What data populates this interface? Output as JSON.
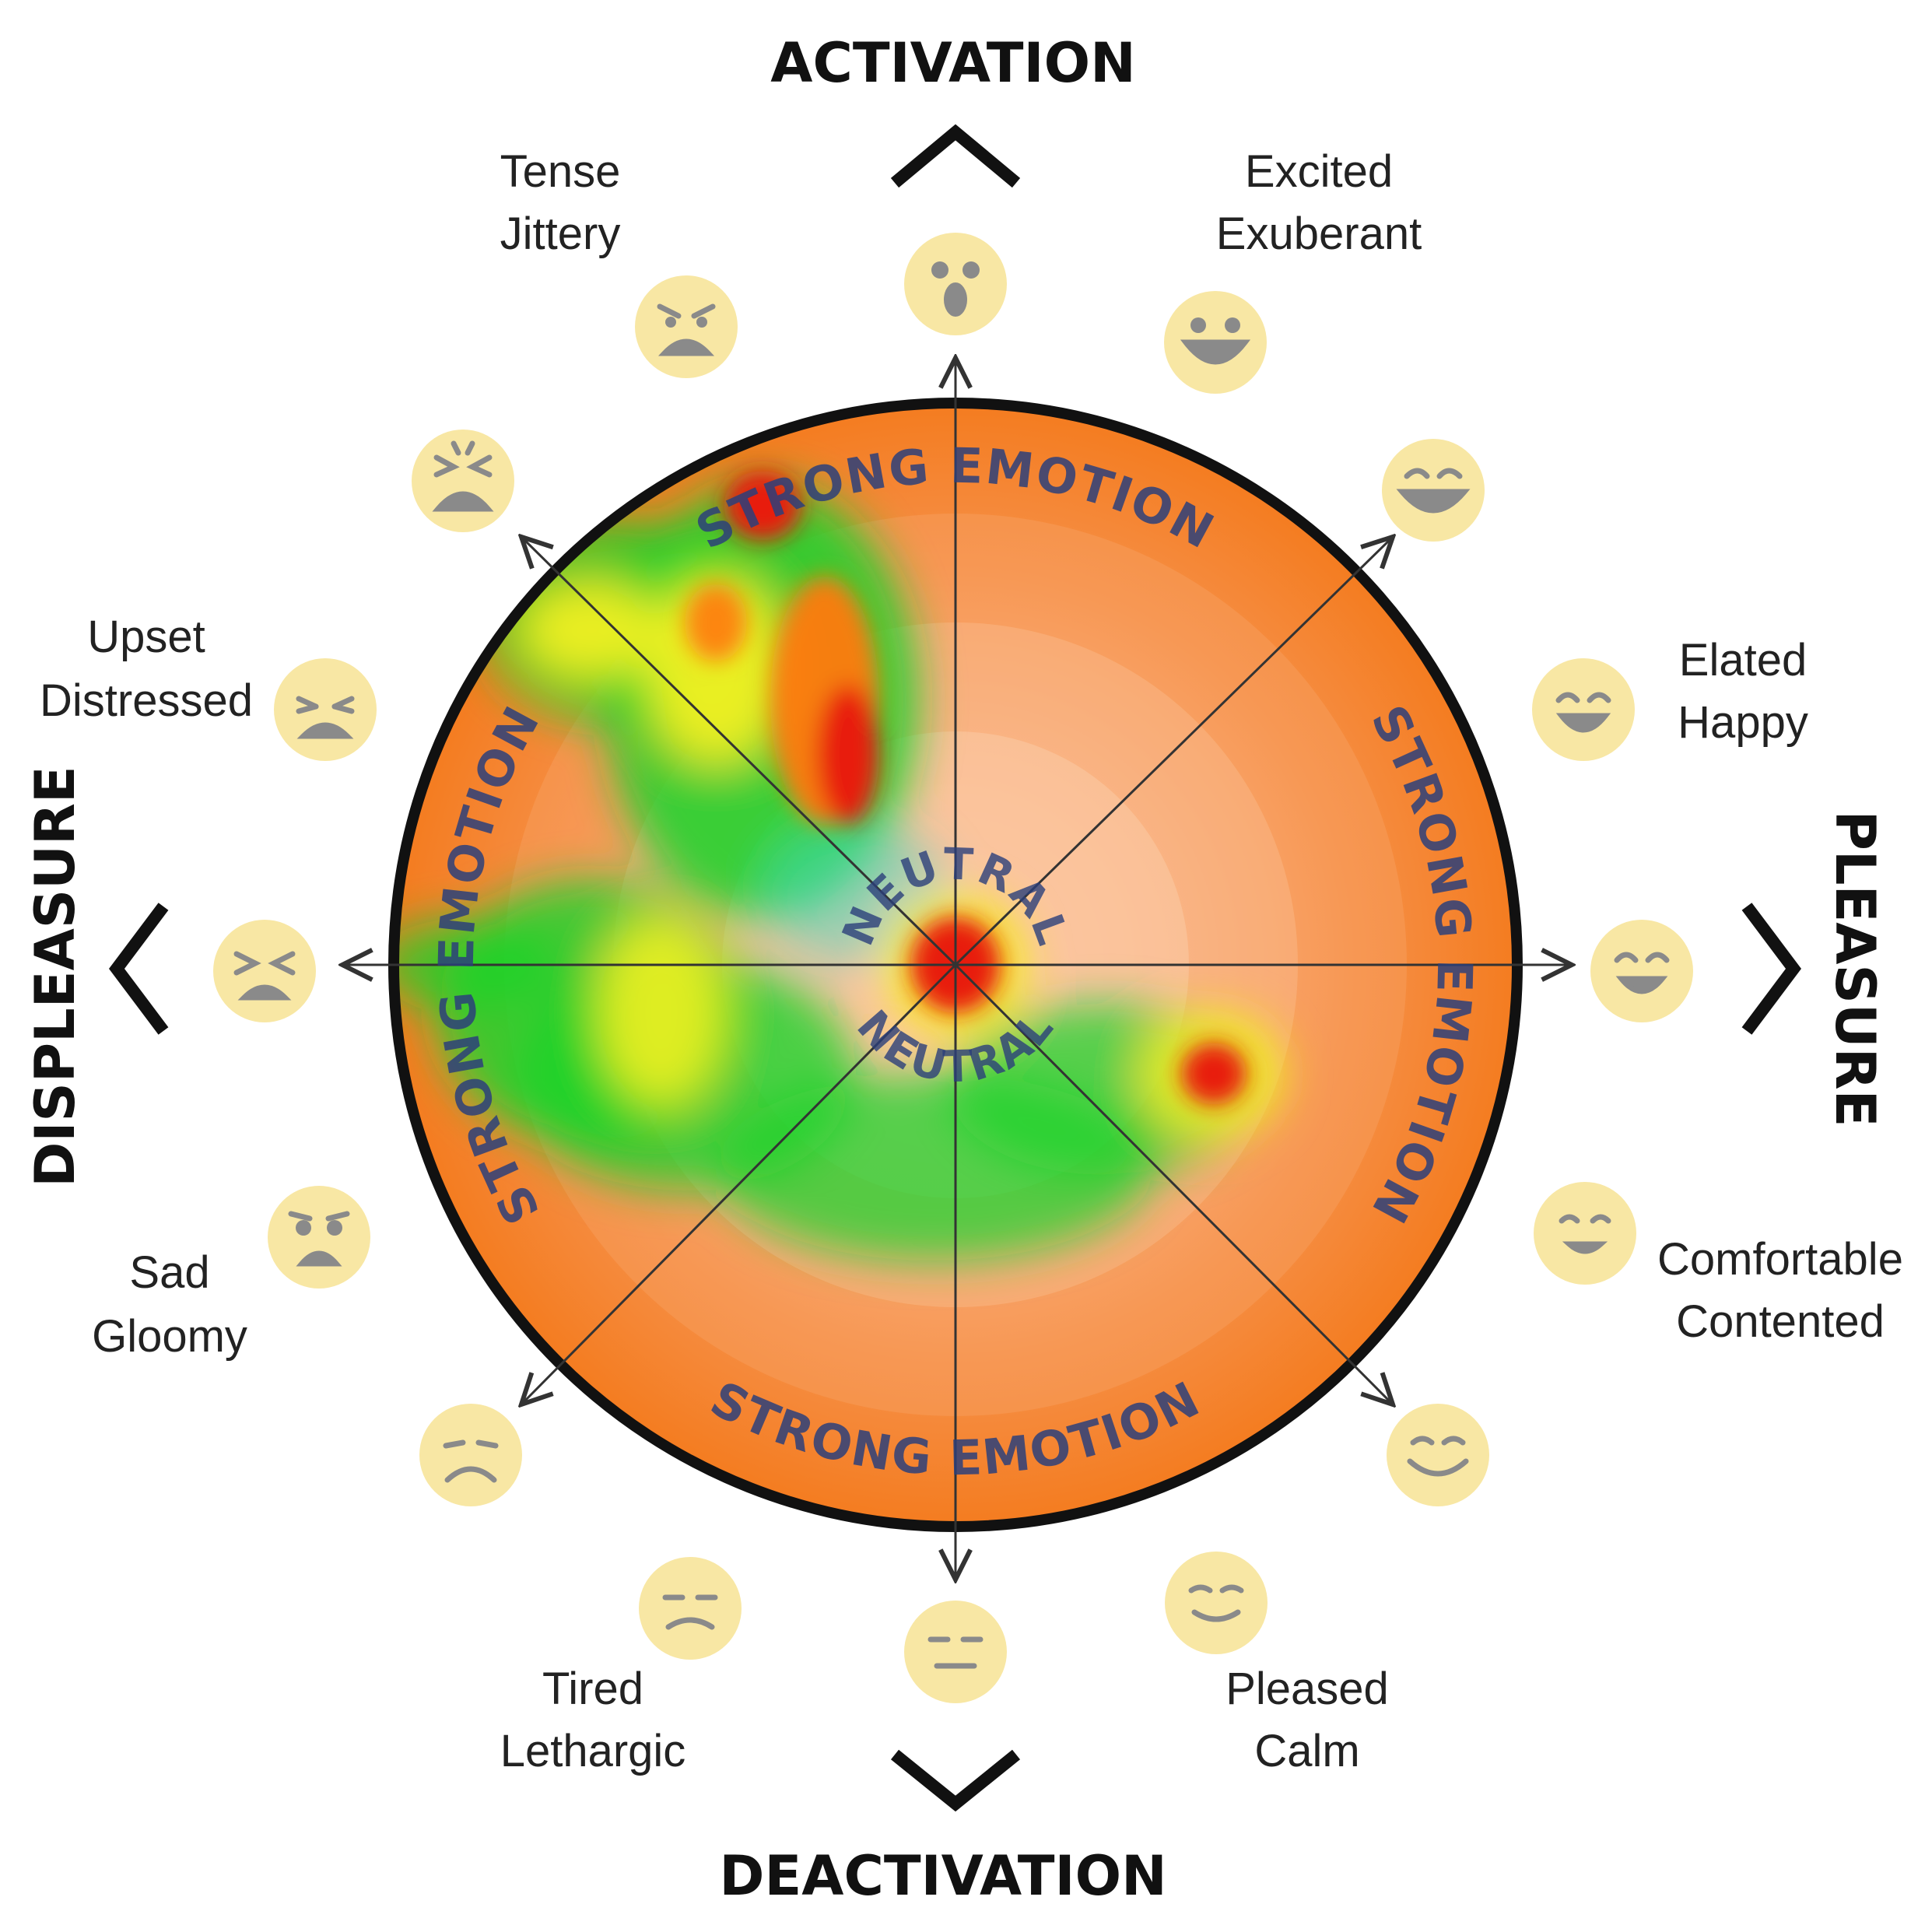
{
  "axes": {
    "top": "ACTIVATION",
    "bottom": "DEACTIVATION",
    "left": "DISPLEASURE",
    "right": "PLEASURE"
  },
  "ring_label": "STRONG EMOTION",
  "center_label": "NEUTRAL",
  "emotions": [
    {
      "id": "tense",
      "line1": "Tense",
      "line2": "Jittery",
      "icon": "angry-face-icon"
    },
    {
      "id": "excited",
      "line1": "Excited",
      "line2": "Exuberant",
      "icon": "big-grin-face-icon"
    },
    {
      "id": "upset",
      "line1": "Upset",
      "line2": "Distressed",
      "icon": "distressed-face-icon"
    },
    {
      "id": "elated",
      "line1": "Elated",
      "line2": "Happy",
      "icon": "happy-face-icon"
    },
    {
      "id": "sad",
      "line1": "Sad",
      "line2": "Gloomy",
      "icon": "sad-face-icon"
    },
    {
      "id": "comfortable",
      "line1": "Comfortable",
      "line2": "Contented",
      "icon": "content-face-icon"
    },
    {
      "id": "tired",
      "line1": "Tired",
      "line2": "Lethargic",
      "icon": "tired-face-icon"
    },
    {
      "id": "pleased",
      "line1": "Pleased",
      "line2": "Calm",
      "icon": "calm-face-icon"
    }
  ],
  "colors": {
    "disc_orange": "#f47c20",
    "face_yellow": "#f8e7a4",
    "face_feature": "#8a8a8a",
    "ring_text": "#2b3f7a"
  }
}
